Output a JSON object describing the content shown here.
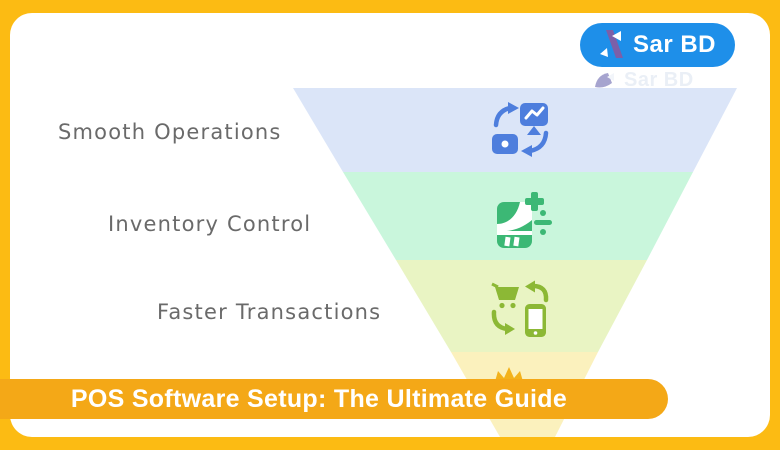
{
  "frame": {
    "border_color": "#FCBB13",
    "card_color": "#FFFFFF"
  },
  "brand": {
    "logo_text": "Sar BD",
    "pill_bg": "#1E8FE9",
    "mark_color": "#7C5FA8",
    "watermark_text": "Sar BD",
    "watermark_mark_color": "#5E5AA8"
  },
  "banner": {
    "title": "POS Software Setup: The Ultimate Guide",
    "bg": "#F4A817",
    "text_color": "#FFFFFF"
  },
  "funnel": {
    "label_color": "#6A6A6A",
    "levels": [
      {
        "label": "Smooth Operations",
        "band_color": "#DBE5F8",
        "icon": "sync-devices-icon",
        "icon_color": "#4E7EDD"
      },
      {
        "label": "Inventory Control",
        "band_color": "#C9F6DC",
        "icon": "inventory-calc-icon",
        "icon_color": "#3CB875"
      },
      {
        "label": "Faster Transactions",
        "band_color": "#E9F4C3",
        "icon": "cart-phone-exchange-icon",
        "icon_color": "#8CB835"
      },
      {
        "label": "",
        "band_color": "#FBF1BD",
        "icon": "crown-icon",
        "icon_color": "#F3B21B"
      }
    ]
  },
  "chart_data": {
    "type": "funnel",
    "categories": [
      "Smooth Operations",
      "Inventory Control",
      "Faster Transactions"
    ],
    "title": "POS Software Setup: The Ultimate Guide"
  }
}
